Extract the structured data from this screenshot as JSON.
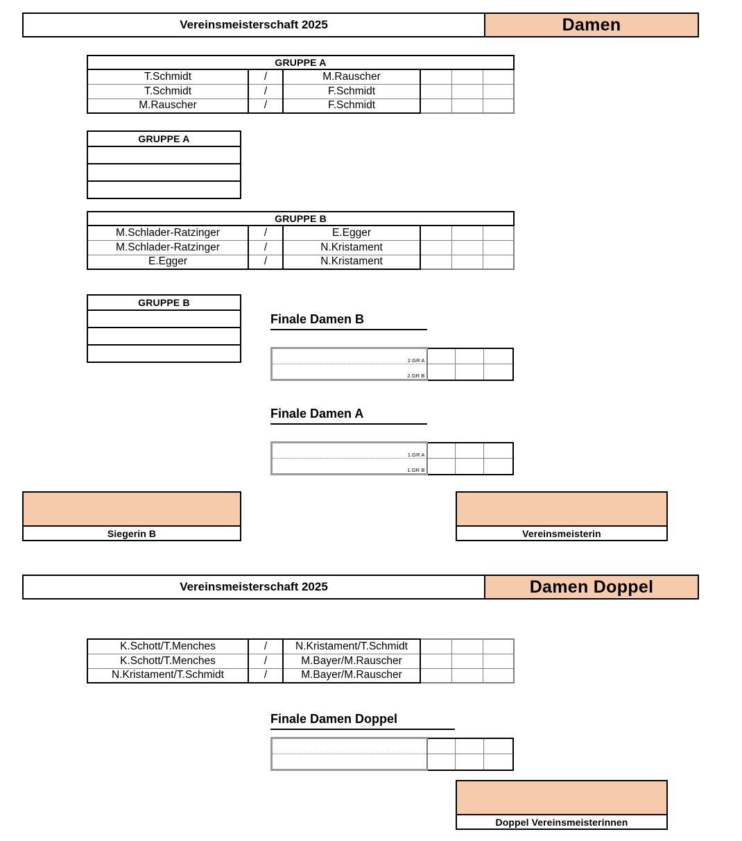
{
  "colors": {
    "accent": "#F5CBAC",
    "border": "#000000",
    "grid": "#808080"
  },
  "singles": {
    "banner": {
      "title": "Vereinsmeisterschaft 2025",
      "category": "Damen"
    },
    "group_a": {
      "header": "GRUPPE A",
      "matches": [
        {
          "player1": "T.Schmidt",
          "sep": "/",
          "player2": "M.Rauscher",
          "s1": "",
          "s2": "",
          "s3": ""
        },
        {
          "player1": "T.Schmidt",
          "sep": "/",
          "player2": "F.Schmidt",
          "s1": "",
          "s2": "",
          "s3": ""
        },
        {
          "player1": "M.Rauscher",
          "sep": "/",
          "player2": "F.Schmidt",
          "s1": "",
          "s2": "",
          "s3": ""
        }
      ]
    },
    "standings_a": {
      "header": "GRUPPE A",
      "rows": [
        "",
        "",
        ""
      ]
    },
    "group_b": {
      "header": "GRUPPE B",
      "matches": [
        {
          "player1": "M.Schlader-Ratzinger",
          "sep": "/",
          "player2": "E.Egger",
          "s1": "",
          "s2": "",
          "s3": ""
        },
        {
          "player1": "M.Schlader-Ratzinger",
          "sep": "/",
          "player2": "N.Kristament",
          "s1": "",
          "s2": "",
          "s3": ""
        },
        {
          "player1": "E.Egger",
          "sep": "/",
          "player2": "N.Kristament",
          "s1": "",
          "s2": "",
          "s3": ""
        }
      ]
    },
    "standings_b": {
      "header": "GRUPPE B",
      "rows": [
        "",
        "",
        ""
      ]
    },
    "finale_b": {
      "heading": "Finale Damen B",
      "slot_top": "2.GR A",
      "slot_bottom": "2.GR B",
      "scores_top": [
        "",
        "",
        ""
      ],
      "scores_bottom": [
        "",
        "",
        ""
      ]
    },
    "finale_a": {
      "heading": "Finale Damen A",
      "slot_top": "1.GR A",
      "slot_bottom": "1.GR B",
      "scores_top": [
        "",
        "",
        ""
      ],
      "scores_bottom": [
        "",
        "",
        ""
      ]
    },
    "winner_b": {
      "name": "",
      "label": "Siegerin B"
    },
    "champion": {
      "name": "",
      "label": "Vereinsmeisterin"
    }
  },
  "doubles": {
    "banner": {
      "title": "Vereinsmeisterschaft 2025",
      "category": "Damen Doppel"
    },
    "group": {
      "matches": [
        {
          "player1": "K.Schott/T.Menches",
          "sep": "/",
          "player2": "N.Kristament/T.Schmidt",
          "s1": "",
          "s2": "",
          "s3": ""
        },
        {
          "player1": "K.Schott/T.Menches",
          "sep": "/",
          "player2": "M.Bayer/M.Rauscher",
          "s1": "",
          "s2": "",
          "s3": ""
        },
        {
          "player1": "N.Kristament/T.Schmidt",
          "sep": "/",
          "player2": "M.Bayer/M.Rauscher",
          "s1": "",
          "s2": "",
          "s3": ""
        }
      ]
    },
    "finale": {
      "heading": "Finale Damen Doppel",
      "slot_top": "",
      "slot_bottom": "",
      "scores_top": [
        "",
        "",
        ""
      ],
      "scores_bottom": [
        "",
        "",
        ""
      ]
    },
    "champion": {
      "name": "",
      "label": "Doppel Vereinsmeisterinnen"
    }
  }
}
